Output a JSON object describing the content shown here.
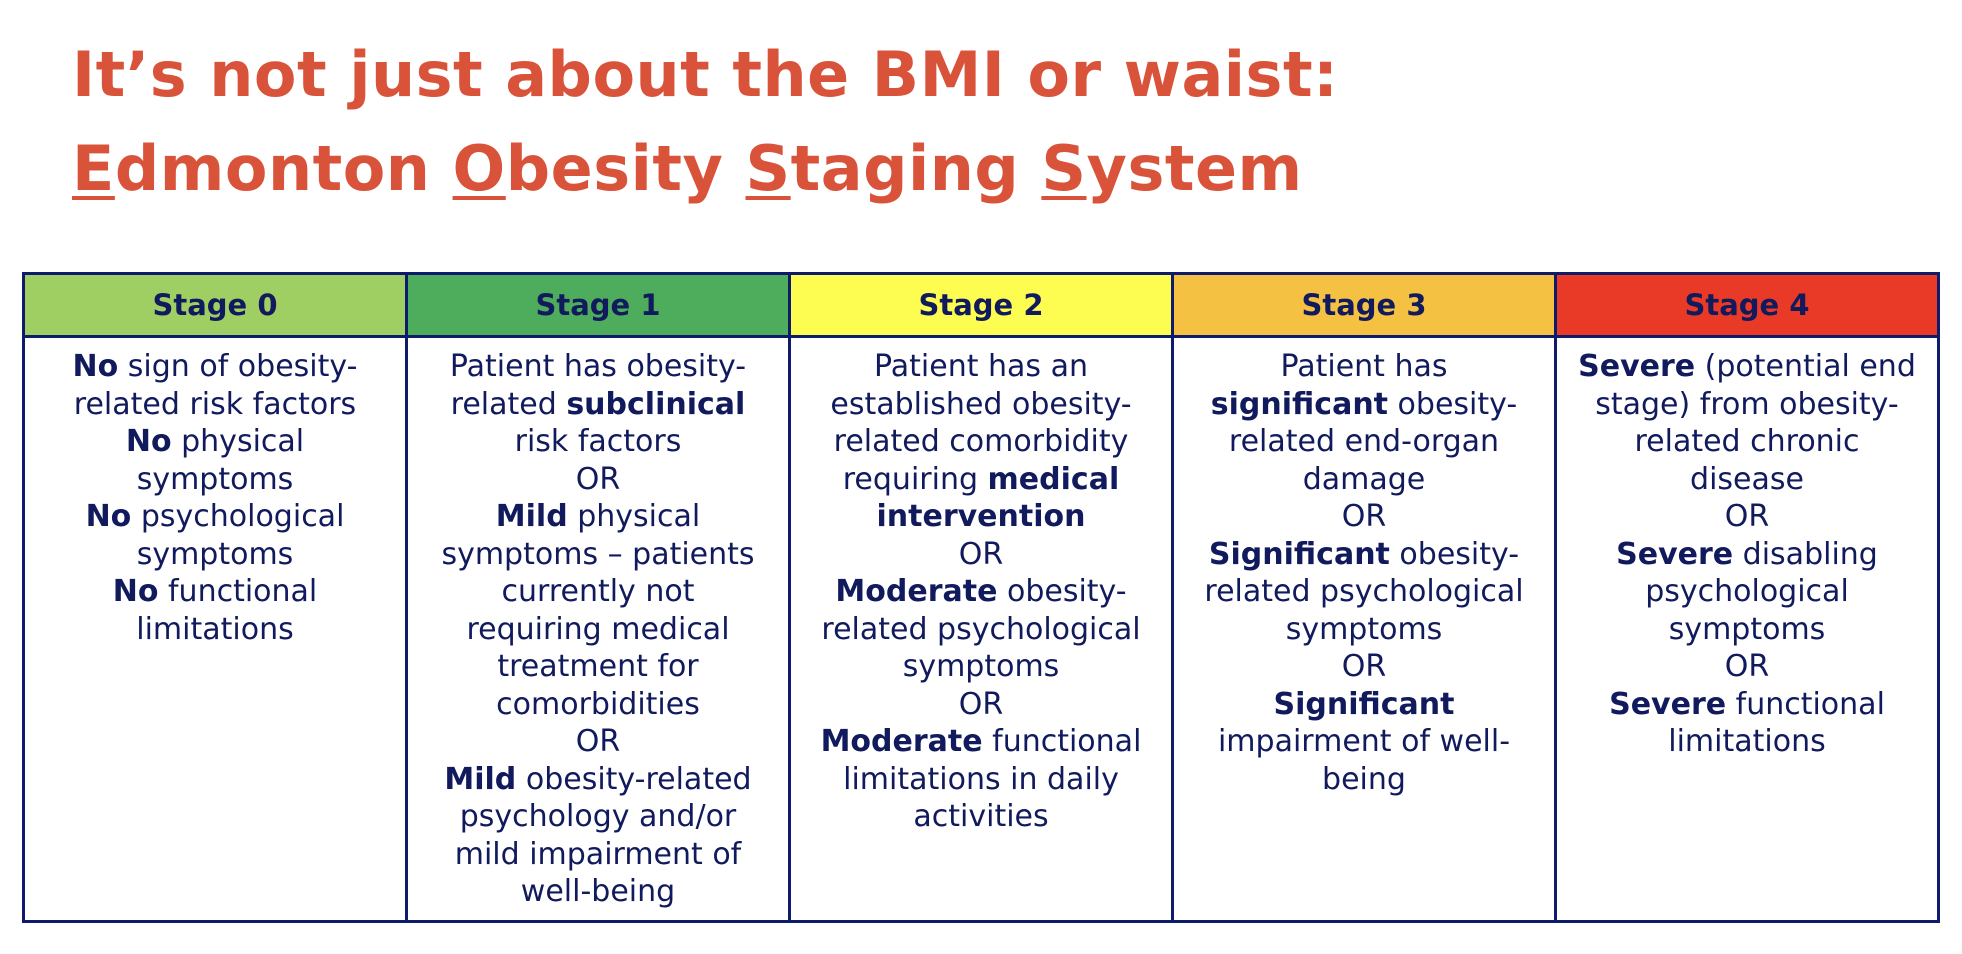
{
  "title": {
    "line1": "It’s not just about the BMI or waist:",
    "line2_parts": [
      {
        "text": "E",
        "u": true
      },
      {
        "text": "dmonton ",
        "u": false
      },
      {
        "text": "O",
        "u": true
      },
      {
        "text": "besity ",
        "u": false
      },
      {
        "text": "S",
        "u": true
      },
      {
        "text": "taging ",
        "u": false
      },
      {
        "text": "S",
        "u": true
      },
      {
        "text": "ystem",
        "u": false
      }
    ]
  },
  "colors": {
    "title": "#d9533a",
    "border": "#0e1a6b",
    "text": "#111a5c"
  },
  "stages": [
    {
      "label": "Stage 0",
      "color": "#9fcf62",
      "lines": [
        [
          {
            "t": "No",
            "b": true
          },
          {
            "t": " sign of obesity-",
            "b": false
          }
        ],
        [
          {
            "t": "related risk factors",
            "b": false
          }
        ],
        [
          {
            "t": "No",
            "b": true
          },
          {
            "t": " physical",
            "b": false
          }
        ],
        [
          {
            "t": "symptoms",
            "b": false
          }
        ],
        [
          {
            "t": "No",
            "b": true
          },
          {
            "t": " psychological",
            "b": false
          }
        ],
        [
          {
            "t": "symptoms",
            "b": false
          }
        ],
        [
          {
            "t": "No",
            "b": true
          },
          {
            "t": " functional",
            "b": false
          }
        ],
        [
          {
            "t": "limitations",
            "b": false
          }
        ]
      ]
    },
    {
      "label": "Stage 1",
      "color": "#4dad5c",
      "lines": [
        [
          {
            "t": "Patient has obesity-",
            "b": false
          }
        ],
        [
          {
            "t": "related ",
            "b": false
          },
          {
            "t": "subclinical",
            "b": true
          }
        ],
        [
          {
            "t": "risk factors",
            "b": false
          }
        ],
        [
          {
            "t": "OR",
            "b": false
          }
        ],
        [
          {
            "t": "Mild",
            "b": true
          },
          {
            "t": " physical",
            "b": false
          }
        ],
        [
          {
            "t": "symptoms – patients",
            "b": false
          }
        ],
        [
          {
            "t": "currently not",
            "b": false
          }
        ],
        [
          {
            "t": "requiring medical",
            "b": false
          }
        ],
        [
          {
            "t": "treatment for",
            "b": false
          }
        ],
        [
          {
            "t": "comorbidities",
            "b": false
          }
        ],
        [
          {
            "t": "OR",
            "b": false
          }
        ],
        [
          {
            "t": "Mild",
            "b": true
          },
          {
            "t": " obesity-related",
            "b": false
          }
        ],
        [
          {
            "t": "psychology and/or",
            "b": false
          }
        ],
        [
          {
            "t": "mild impairment of",
            "b": false
          }
        ],
        [
          {
            "t": "well-being",
            "b": false
          }
        ]
      ]
    },
    {
      "label": "Stage 2",
      "color": "#fdfc51",
      "lines": [
        [
          {
            "t": "Patient has an",
            "b": false
          }
        ],
        [
          {
            "t": "established obesity-",
            "b": false
          }
        ],
        [
          {
            "t": "related comorbidity",
            "b": false
          }
        ],
        [
          {
            "t": "requiring ",
            "b": false
          },
          {
            "t": "medical",
            "b": true
          }
        ],
        [
          {
            "t": "intervention",
            "b": true
          }
        ],
        [
          {
            "t": "OR",
            "b": false
          }
        ],
        [
          {
            "t": "Moderate",
            "b": true
          },
          {
            "t": " obesity-",
            "b": false
          }
        ],
        [
          {
            "t": "related psychological",
            "b": false
          }
        ],
        [
          {
            "t": "symptoms",
            "b": false
          }
        ],
        [
          {
            "t": "OR",
            "b": false
          }
        ],
        [
          {
            "t": "Moderate",
            "b": true
          },
          {
            "t": " functional",
            "b": false
          }
        ],
        [
          {
            "t": "limitations in daily",
            "b": false
          }
        ],
        [
          {
            "t": "activities",
            "b": false
          }
        ]
      ]
    },
    {
      "label": "Stage 3",
      "color": "#f5c143",
      "lines": [
        [
          {
            "t": "Patient has",
            "b": false
          }
        ],
        [
          {
            "t": "significant",
            "b": true
          },
          {
            "t": " obesity-",
            "b": false
          }
        ],
        [
          {
            "t": "related end-organ",
            "b": false
          }
        ],
        [
          {
            "t": "damage",
            "b": false
          }
        ],
        [
          {
            "t": "OR",
            "b": false
          }
        ],
        [
          {
            "t": "Significant",
            "b": true
          },
          {
            "t": " obesity-",
            "b": false
          }
        ],
        [
          {
            "t": "related psychological",
            "b": false
          }
        ],
        [
          {
            "t": "symptoms",
            "b": false
          }
        ],
        [
          {
            "t": "OR",
            "b": false
          }
        ],
        [
          {
            "t": "Significant",
            "b": true
          }
        ],
        [
          {
            "t": "impairment of well-",
            "b": false
          }
        ],
        [
          {
            "t": "being",
            "b": false
          }
        ]
      ]
    },
    {
      "label": "Stage 4",
      "color": "#e83a26",
      "lines": [
        [
          {
            "t": "Severe",
            "b": true
          },
          {
            "t": " (potential end",
            "b": false
          }
        ],
        [
          {
            "t": "stage) from obesity-",
            "b": false
          }
        ],
        [
          {
            "t": "related chronic",
            "b": false
          }
        ],
        [
          {
            "t": "disease",
            "b": false
          }
        ],
        [
          {
            "t": "OR",
            "b": false
          }
        ],
        [
          {
            "t": "Severe",
            "b": true
          },
          {
            "t": " disabling",
            "b": false
          }
        ],
        [
          {
            "t": "psychological",
            "b": false
          }
        ],
        [
          {
            "t": "symptoms",
            "b": false
          }
        ],
        [
          {
            "t": "OR",
            "b": false
          }
        ],
        [
          {
            "t": "Severe",
            "b": true
          },
          {
            "t": " functional",
            "b": false
          }
        ],
        [
          {
            "t": "limitations",
            "b": false
          }
        ]
      ]
    }
  ]
}
